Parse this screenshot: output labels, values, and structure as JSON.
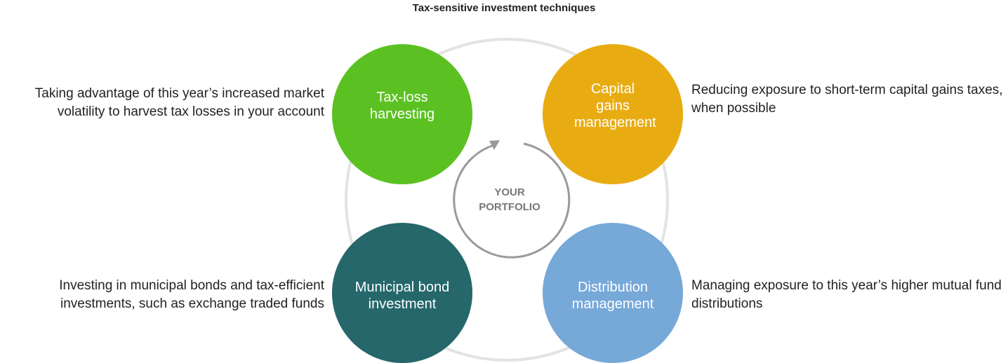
{
  "title": "Tax-sensitive investment techniques",
  "center_label": [
    "YOUR",
    "PORTFOLIO"
  ],
  "techniques": [
    {
      "label": "Tax-loss harvesting",
      "color": "#5bc122",
      "description": "Taking advantage of this year’s increased market volatility to harvest tax losses in your account"
    },
    {
      "label": "Capital gains management",
      "color": "#e8ac12",
      "description": "Reducing exposure to short-term capital gains taxes, when possible"
    },
    {
      "label": "Municipal bond investment",
      "color": "#25676b",
      "description": "Investing in municipal bonds and tax-efficient investments, such as exchange traded funds"
    },
    {
      "label": "Distribution management",
      "color": "#76a8d8",
      "description": "Managing exposure to this year’s higher mutual fund distributions"
    }
  ]
}
